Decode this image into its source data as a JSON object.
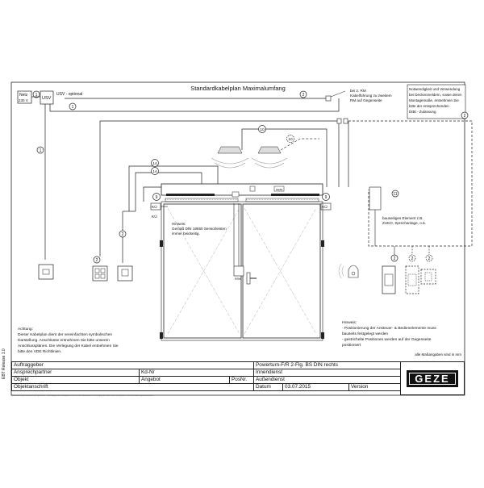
{
  "title": "Standardkabelplan Maximalumfang",
  "labels": {
    "netz": "Netz",
    "netz_voltage": "230 V",
    "usv": "USV",
    "usv_optional": "USV - optional",
    "bei2rm_line1": "bei 2. RM",
    "bei2rm_line2": "Kabelführung zu zweitem",
    "bei2rm_line3": "RM auf Gegenseite",
    "notice_line1": "Notwendigkeit und Verwendung",
    "notice_line2": "bei Deckenmeldern, sowie deren",
    "notice_line3": "Montagemaße, entnehmen Sie",
    "notice_line4": "bitte der entsprechenden",
    "notice_line5": "DIBt - Zulassung",
    "hinweis_label": "Hinweis:",
    "hinweis_din_line1": "Gemäß DIN 18650 Sensorleisten",
    "hinweis_din_line2": "immer beidseitig.",
    "bauseits_line1": "bauseitiges Element z.B.",
    "bauseits_line2": "ZUKO, Sprechanlage, o.ä.",
    "ku_left": "KÜ",
    "ku_right": "KÜ",
    "rsk": "RSK",
    "logo_small": "GEZE",
    "achtung_lines": [
      "Achtung:",
      "Dieser Kabelplan dient der vereinfachten symbolischen",
      "Darstellung. Anschlüsse entnehmen Sie bitte unseren",
      "Anschlussplänen. Die Verlegung der Kabel entnehmen Sie",
      "bitte den VDE Richtlinien."
    ],
    "hinweis_right_lines": [
      "Hinweis:",
      "- Positionierung der Ansteuer- & Bedienelemente muss",
      "  bauseits festgelegt werden",
      "- gestrichelte Positionen werden auf der Gegenseite",
      "  positioniert"
    ],
    "masse_note": "alle Maßangaben sind in mm"
  },
  "cable_numbers": {
    "c1_top": "1",
    "c1_netz": "1",
    "c1_left": "1",
    "c2_top": "2",
    "c2_right": "2",
    "c2_mid": "2",
    "c2_btn1": "2",
    "c2_btn2": "2",
    "c2_btn3": "2",
    "c2_btn4": "2",
    "c10_a": "10",
    "c10_b": "10",
    "c14_a": "14",
    "c14_b": "14",
    "c14_c": "14",
    "c9_left": "9",
    "c9_right": "9",
    "c11": "11"
  },
  "title_block": {
    "auftraggeber": "Auftraggeber",
    "ansprechpartner": "Ansprechpartner",
    "kd_nr": "Kd-Nr",
    "objekt": "Objekt",
    "angebot": "Angebot",
    "posnr": "PosNr.",
    "objektanschrift": "Objektanschrift",
    "product": "Powerturn-F/R 2-Flg. BS DIN rechts",
    "innendienst": "Innendienst",
    "aussendienst": "Außendienst",
    "datum": "Datum",
    "datum_value": "03.07.2015",
    "version": "Version",
    "logo": "GEZE",
    "release": "EBT Release 1.0"
  },
  "fineprint": "Diese Zeichnung ist urheberrechtlich geschützt. Vervielfältigung oder Weitergabe an Dritte ist ohne ausdrückliche Genehmigung der GEZE GmbH nicht gestattet. Technische Änderungen vorbehalten.",
  "colors": {
    "line": "#222222",
    "dash": "#444444"
  }
}
